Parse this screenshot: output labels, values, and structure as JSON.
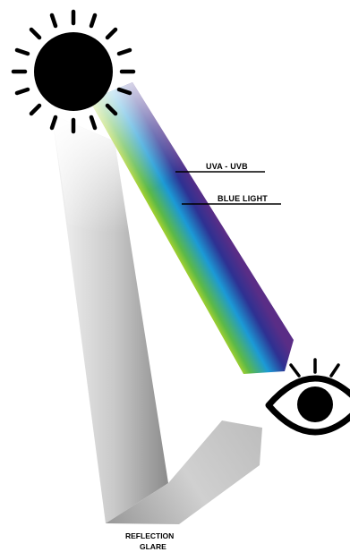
{
  "labels": {
    "uva_uvb": "UVA - UVB",
    "blue_light": "BLUE LIGHT",
    "reflection_line1": "REFLECTION",
    "reflection_line2": "GLARE"
  },
  "icons": {
    "sun": "sun-icon",
    "eye": "eye-icon"
  },
  "colors": {
    "spectrum": [
      "#fbe7d8",
      "#f37021",
      "#e31e24",
      "#f7ec13",
      "#5cb947",
      "#1b9ad6",
      "#2e3192",
      "#6e3b97"
    ],
    "glare_light": "#f2f2f2",
    "glare_dark": "#8a8a8a",
    "ink": "#000000"
  }
}
